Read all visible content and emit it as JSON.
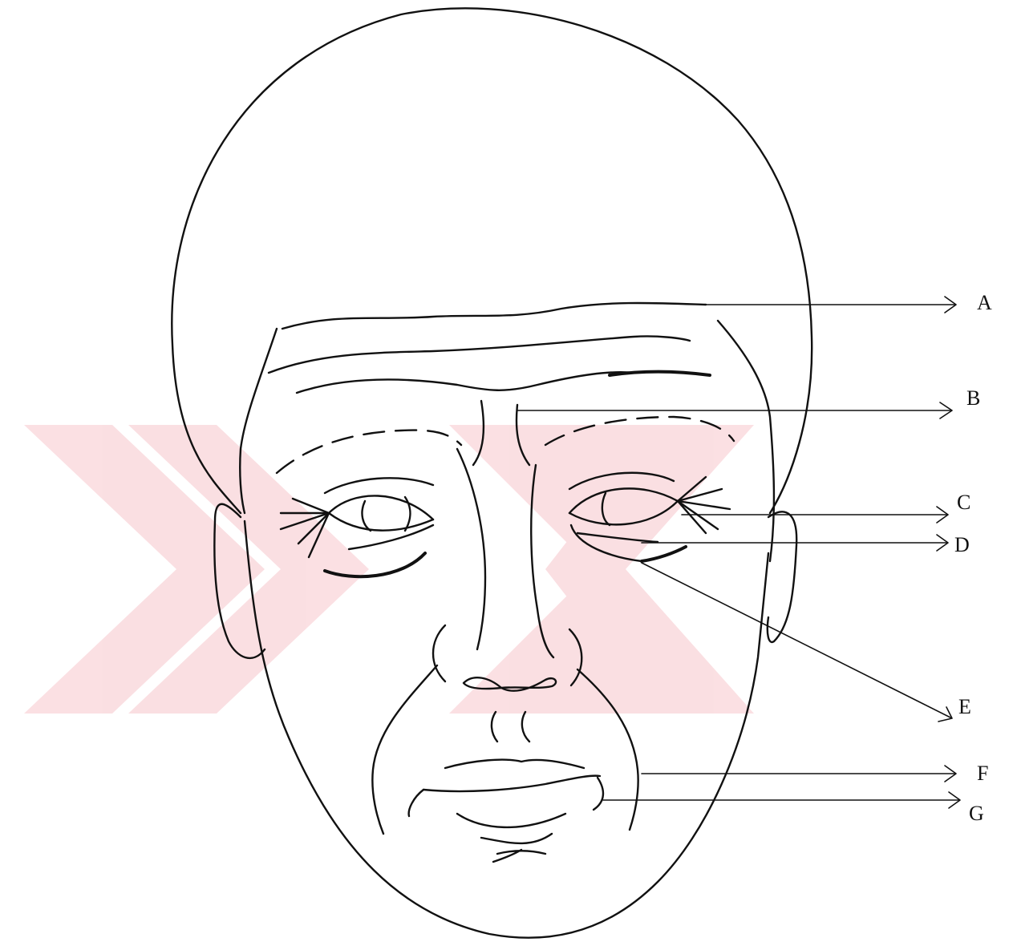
{
  "figure": {
    "description_labels": []
  },
  "labels": {
    "A": "A",
    "B": "B",
    "C": "C",
    "D": "D",
    "E": "E",
    "F": "F",
    "G": "G"
  },
  "colors": {
    "ink": "#111111",
    "watermark": "#f7c6cc",
    "background": "#ffffff"
  }
}
